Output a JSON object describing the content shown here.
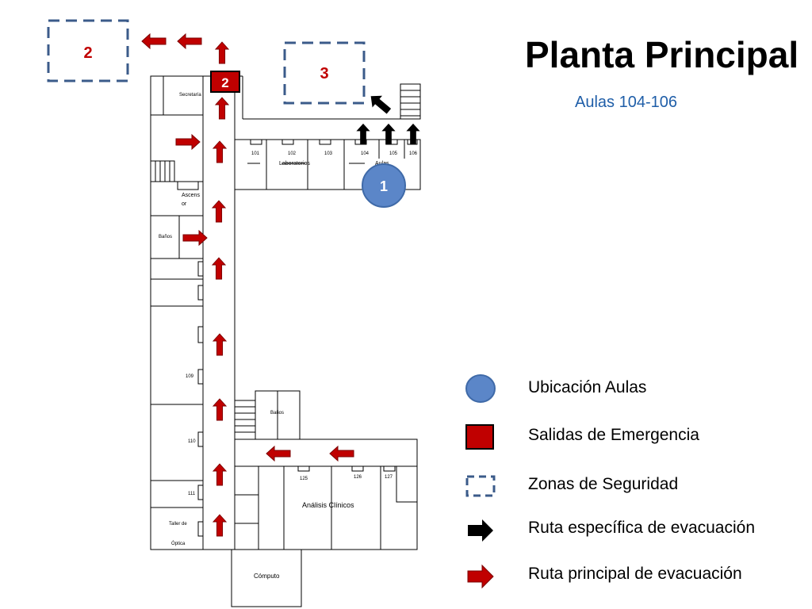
{
  "header": {
    "title": "Planta Principal",
    "subtitle": "Aulas 104-106"
  },
  "zones": {
    "zone_2": "2",
    "zone_3": "3",
    "exit_2": "2",
    "location_1": "1"
  },
  "rooms": {
    "secretaria": "Secretaría",
    "ascensor_1": "Ascens",
    "ascensor_2": "or",
    "banos_left": "Baños",
    "banos_center": "Baños",
    "r101": "101",
    "r102": "102",
    "r103": "103",
    "r104": "104",
    "r105": "105",
    "r106": "106",
    "laboratorios": "Laboratorios",
    "aulas": "Aulas",
    "r109": "109",
    "r110": "110",
    "r111": "111",
    "taller_1": "Taller de",
    "taller_2": "Óptica",
    "r125": "125",
    "r126": "126",
    "r127": "127",
    "analisis": "Análisis Clínicos",
    "computo": "Cómputo"
  },
  "legend": [
    {
      "label": "Ubicación Aulas",
      "icon": "blue-circle-icon"
    },
    {
      "label": "Salidas de Emergencia",
      "icon": "red-square-icon"
    },
    {
      "label": "Zonas de Seguridad",
      "icon": "dashed-square-icon"
    },
    {
      "label": "Ruta específica de evacuación",
      "icon": "black-arrow-icon"
    },
    {
      "label": "Ruta principal de evacuación",
      "icon": "red-arrow-icon"
    }
  ],
  "colors": {
    "red": "#c00000",
    "blue": "#5b86c8",
    "navy_dash": "#3b5b8a",
    "subtitle": "#1f5ea8"
  }
}
